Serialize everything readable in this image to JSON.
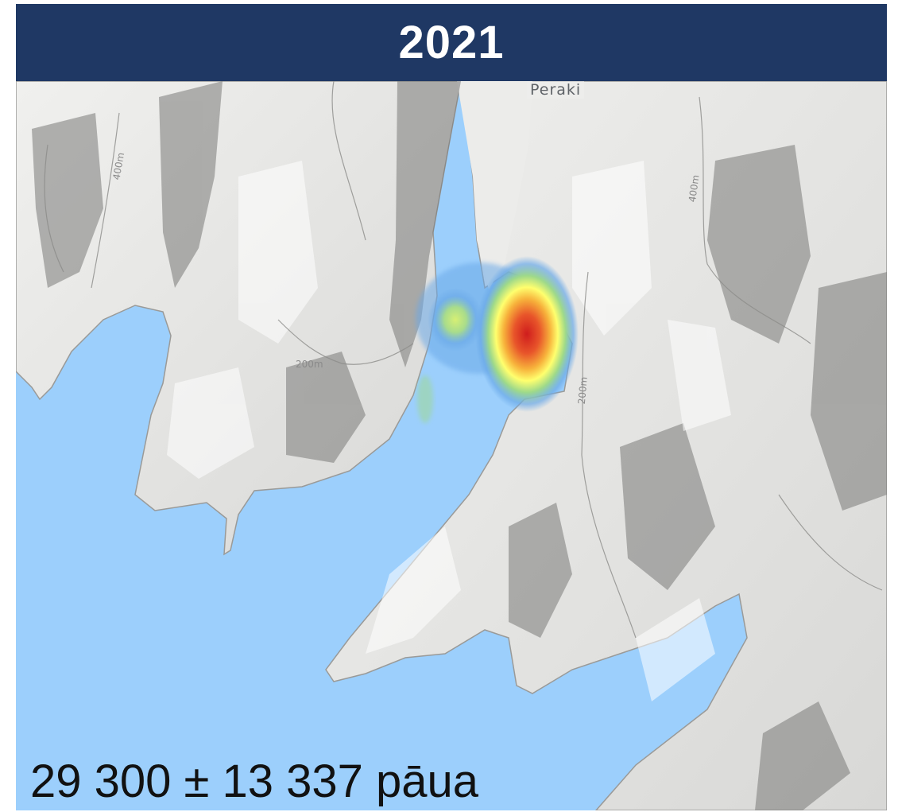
{
  "title": "2021",
  "map": {
    "place_label": "Peraki",
    "contour_labels": [
      "400m",
      "400m",
      "200m",
      "200m"
    ],
    "estimate_text": "29 300 ± 13 337 pāua",
    "colors": {
      "header": "#1f3864",
      "water": "#9ccffc",
      "land": "#e6e6e4",
      "heat_low": "#6aa9e8",
      "heat_mid": "#ffff66",
      "heat_high": "#d41f1f"
    }
  }
}
